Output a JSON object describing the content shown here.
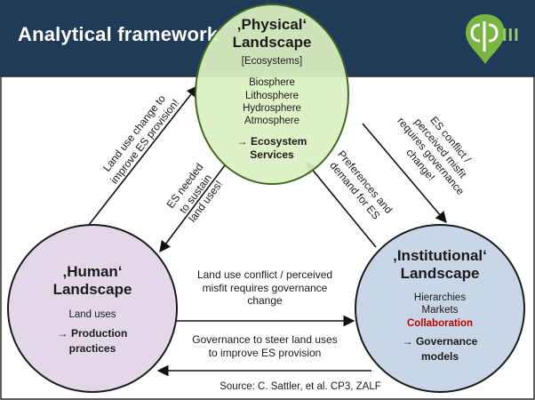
{
  "title": "Analytical framework",
  "logo": {
    "text": "III",
    "icon": "cp3-map-pin-logo-icon",
    "color": "#78b541"
  },
  "colors": {
    "header": "#1f3b58",
    "physical": "#ddf0c2",
    "human": "#e3d8e8",
    "institutional": "#c9d6e7",
    "accent_red": "#c00000"
  },
  "physical": {
    "title_line1": "‚Physical‘",
    "title_line2": "Landscape",
    "subtitle": "[Ecosystems]",
    "items": [
      "Biosphere",
      "Lithosphere",
      "Hydrosphere",
      "Atmosphere"
    ],
    "result_line1": "→ Ecosystem",
    "result_line2": "Services"
  },
  "human": {
    "title_line1": "‚Human‘",
    "title_line2": "Landscape",
    "items": [
      "Land uses"
    ],
    "result_line1": "→ Production",
    "result_line2": "practices"
  },
  "institutional": {
    "title_line1": "‚Institutional‘",
    "title_line2": "Landscape",
    "items": [
      "Hierarchies",
      "Markets"
    ],
    "highlight": "Collaboration",
    "result_line1": "→ Governance",
    "result_line2": "models"
  },
  "labels": {
    "land_use_change": [
      "Land use change to",
      "improve ES provision!"
    ],
    "es_needed": [
      "ES needed",
      "to sustain",
      "land uses!"
    ],
    "es_conflict": [
      "ES conflict /",
      "perceived misfit",
      "requires governance",
      "change!"
    ],
    "preferences": [
      "Preferences and",
      "demand for ES"
    ],
    "land_use_conflict": [
      "Land use conflict / perceived",
      "misfit requires governance",
      "change"
    ],
    "governance_steer": [
      "Governance to steer land uses",
      "to improve ES provision"
    ]
  },
  "source": "Source: C. Sattler, et al. CP3, ZALF"
}
